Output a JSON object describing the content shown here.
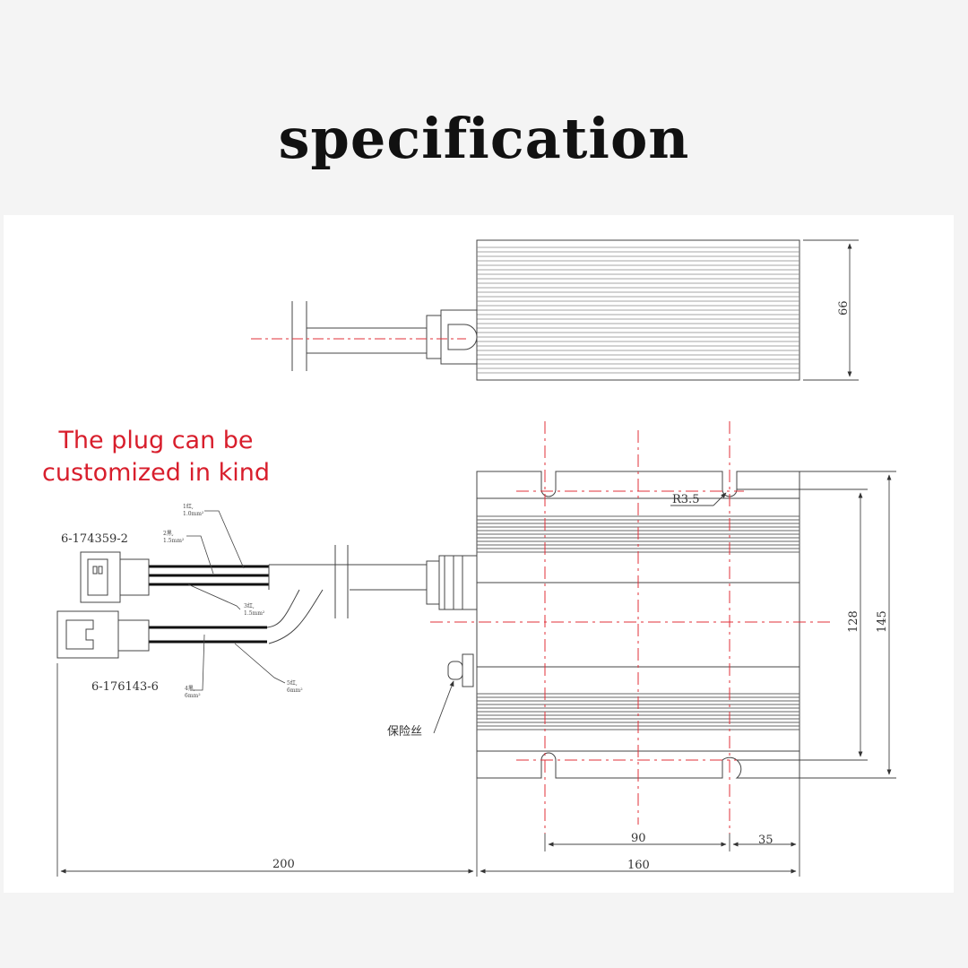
{
  "title": "specification",
  "note": {
    "line1": "The plug can be",
    "line2": "customized in kind"
  },
  "drawing": {
    "dimensions": {
      "height_top_view": "66",
      "inner_height": "128",
      "outer_height": "145",
      "hole_spacing": "90",
      "edge_offset": "35",
      "cable_length": "200",
      "body_length": "160",
      "radius": "R3.5"
    },
    "connectors": {
      "upper": "6-174359-2",
      "lower": "6-176143-6"
    },
    "fuse_label": "保险丝",
    "wire_labels": {
      "w1": "1红,",
      "w1b": "1.0mm²",
      "w2": "2黑,",
      "w2b": "1.5mm²",
      "w3": "3红,",
      "w3b": "1.5mm²",
      "w4": "4黑,",
      "w4b": "6mm²",
      "w5": "5红,",
      "w5b": "6mm²"
    },
    "colors": {
      "line": "#333333",
      "centerline": "#e0303a",
      "note": "#d81e2c"
    }
  }
}
